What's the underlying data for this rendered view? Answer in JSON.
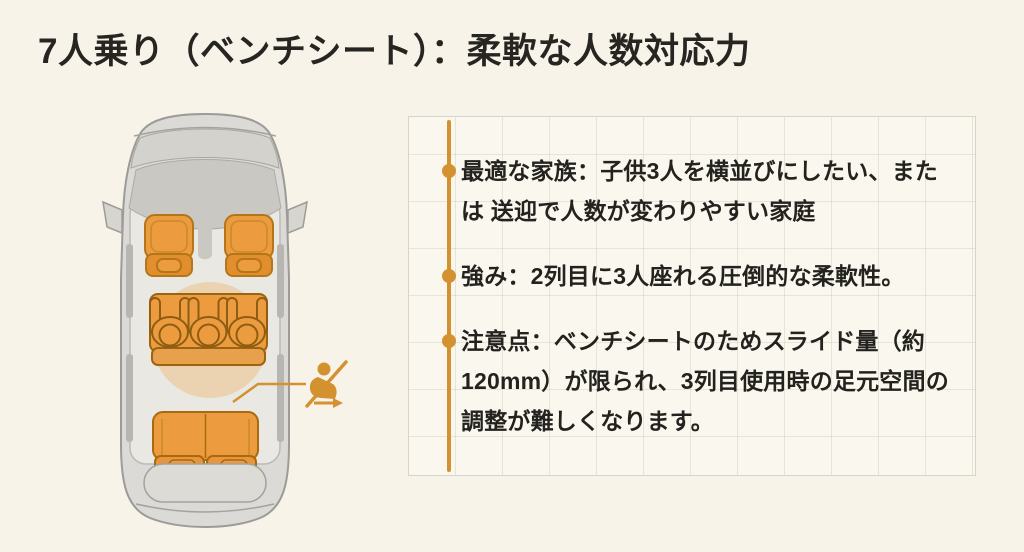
{
  "page": {
    "title": "7人乗り（ベンチシート）：柔軟な人数対応力",
    "background_color": "#f7f3e8",
    "accent_color": "#d4912f",
    "text_color": "#23221e"
  },
  "info_panel": {
    "items": [
      {
        "text": "最適な家族：子供3人を横並びにしたい、または 送迎で人数が変わりやすい家庭"
      },
      {
        "text": "強み：2列目に3人座れる圧倒的な柔軟性。"
      },
      {
        "text": "注意点：ベンチシートのためスライド量（約120mm）が限られ、3列目使用時の足元空間の調整が難しくなります。"
      }
    ]
  },
  "diagram": {
    "subject": "minivan-top-view-7-seater-bench-layout",
    "icons": {
      "seat_slide_limited": "seat-slide-limited-icon"
    },
    "colors": {
      "seat_orange": "#ec9c3e",
      "car_body_gray": "#dbdad6",
      "highlight_circle": "#efae60"
    }
  }
}
